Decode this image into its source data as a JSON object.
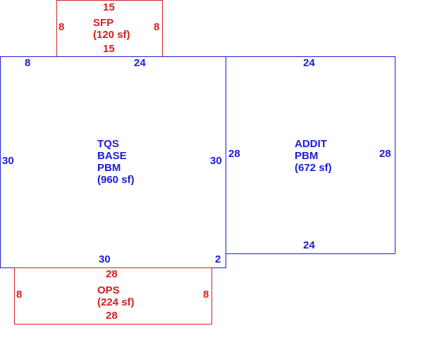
{
  "colors": {
    "main": "#1c1cd6",
    "porch": "#d32020",
    "background": "#ffffff"
  },
  "sfp": {
    "name": "SFP",
    "area": "(120 sf)",
    "dim_top": "15",
    "dim_left": "8",
    "dim_right": "8",
    "dim_bottom": "15"
  },
  "base": {
    "line1": "TQS",
    "line2": "BASE",
    "line3": "PBM",
    "area": "(960 sf)",
    "dim_top_left": "8",
    "dim_top": "24",
    "dim_left": "30",
    "dim_right": "30",
    "dim_bottom": "30",
    "dim_bottom_right": "2"
  },
  "addit": {
    "line1": "ADDIT",
    "line2": "PBM",
    "area": "(672 sf)",
    "dim_top": "24",
    "dim_left": "28",
    "dim_right": "28",
    "dim_bottom": "24"
  },
  "ops": {
    "name": "OPS",
    "area": "(224 sf)",
    "dim_top": "28",
    "dim_left": "8",
    "dim_right": "8",
    "dim_bottom": "28"
  }
}
